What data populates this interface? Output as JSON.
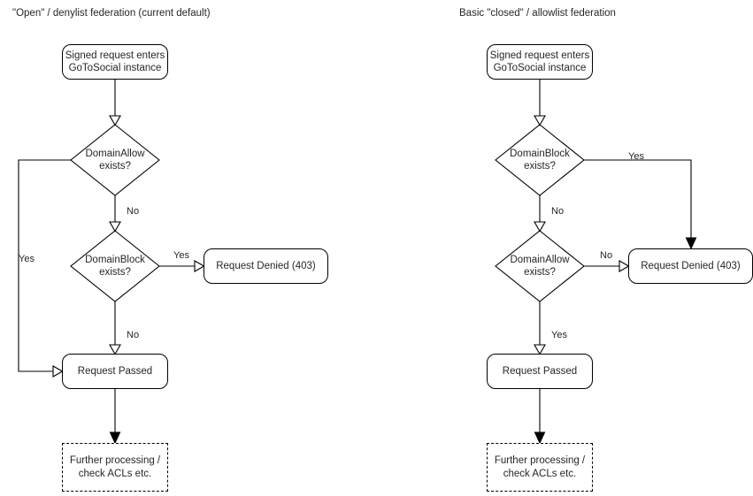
{
  "diagrams": [
    {
      "id": "open-denylist",
      "title": "\"Open\" / denylist federation (current default)",
      "nodes": {
        "start": "Signed request enters\nGoToSocial instance",
        "decision1": "DomainAllow\nexists?",
        "decision2": "DomainBlock\nexists?",
        "denied": "Request Denied (403)",
        "passed": "Request Passed",
        "further": "Further processing /\ncheck ACLs etc."
      },
      "edges": {
        "allow_yes": "Yes",
        "allow_no": "No",
        "block_yes": "Yes",
        "block_no": "No"
      }
    },
    {
      "id": "closed-allowlist",
      "title": "Basic \"closed\" / allowlist federation",
      "nodes": {
        "start": "Signed request enters\nGoToSocial instance",
        "decision1": "DomainBlock\nexists?",
        "decision2": "DomainAllow\nexists?",
        "denied": "Request Denied (403)",
        "passed": "Request Passed",
        "further": "Further processing /\ncheck ACLs etc."
      },
      "edges": {
        "block_yes": "Yes",
        "block_no": "No",
        "allow_no": "No",
        "allow_yes": "Yes"
      }
    }
  ],
  "style": {
    "stroke": "#000000",
    "text": "#262626",
    "background": "#ffffff"
  }
}
